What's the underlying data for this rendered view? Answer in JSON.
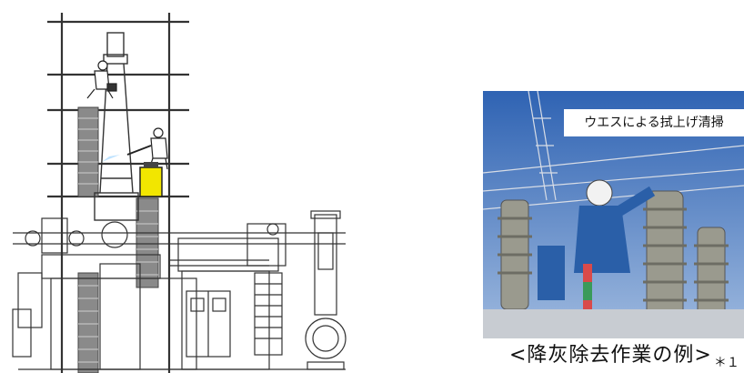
{
  "drawing": {
    "description_name": "power-equipment-elevation-drawing"
  },
  "photo": {
    "label": "ウエスによる拭上げ清掃"
  },
  "caption": {
    "text": "<降灰除去作業の例>",
    "footnote": "＊１"
  },
  "colors": {
    "line": "#333333",
    "stair_fill": "#8a8a8a",
    "worker_suit": "#2a5fa8",
    "yellow_machine": "#f2e600",
    "sky": "#3d6fb8",
    "insulator": "#9a9a8e"
  }
}
